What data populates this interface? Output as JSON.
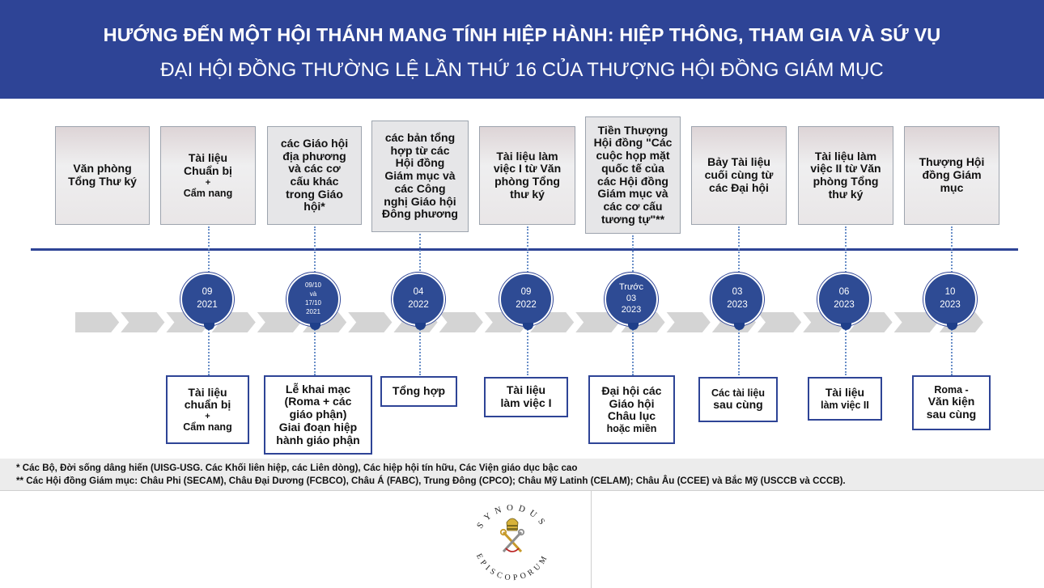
{
  "header": {
    "title": "HƯỚNG ĐẾN MỘT HỘI THÁNH MANG TÍNH HIỆP HÀNH: HIỆP THÔNG, THAM GIA VÀ SỨ VỤ",
    "subtitle": "ĐẠI HỘI ĐỒNG THƯỜNG LỆ LẦN THỨ 16 CỦA THƯỢNG HỘI ĐỒNG GIÁM MỤC"
  },
  "top_boxes": [
    {
      "lines": [
        "Văn phòng",
        "Tổng Thư ký"
      ]
    },
    {
      "lines": [
        "Tài liệu",
        "Chuẩn bị",
        "+",
        "Cẩm nang"
      ]
    },
    {
      "lines": [
        "các Giáo hội",
        "địa phương",
        "và các cơ",
        "cấu khác",
        "trong Giáo",
        "hội*"
      ]
    },
    {
      "lines": [
        "các bản tổng",
        "hợp từ các",
        "Hội đồng",
        "Giám mục và",
        "các Công",
        "nghị Giáo hội",
        "Đông phương"
      ]
    },
    {
      "lines": [
        "Tài liệu làm",
        "việc I từ Văn",
        "phòng Tổng",
        "thư ký"
      ]
    },
    {
      "lines": [
        "Tiền Thượng",
        "Hội đồng \"Các",
        "cuộc họp mặt",
        "quốc tế của",
        "các Hội đồng",
        "Giám mục và",
        "các cơ cấu",
        "tương tự\"**"
      ]
    },
    {
      "lines": [
        "Bảy Tài liệu",
        "cuối cùng từ",
        "các Đại hội"
      ]
    },
    {
      "lines": [
        "Tài liệu làm",
        "việc II từ Văn",
        "phòng Tổng",
        "thư ký"
      ]
    },
    {
      "lines": [
        "Thượng Hội",
        "đồng Giám",
        "mục"
      ]
    }
  ],
  "dates": [
    {
      "lines": [
        "09",
        "2021"
      ]
    },
    {
      "lines": [
        "09/10",
        "và",
        "17/10",
        "2021"
      ]
    },
    {
      "lines": [
        "04",
        "2022"
      ]
    },
    {
      "lines": [
        "09",
        "2022"
      ]
    },
    {
      "lines": [
        "Trước",
        "03",
        "2023"
      ]
    },
    {
      "lines": [
        "03",
        "2023"
      ]
    },
    {
      "lines": [
        "06",
        "2023"
      ]
    },
    {
      "lines": [
        "10",
        "2023"
      ]
    }
  ],
  "bottom_boxes": [
    {
      "lines": [
        "Tài liệu",
        "chuẩn bị",
        "+",
        "Cẩm nang"
      ]
    },
    {
      "lines": [
        "Lễ khai mạc",
        "(Roma + các",
        "giáo phận)",
        "Giai đoạn hiệp",
        "hành giáo phận"
      ]
    },
    {
      "lines": [
        "Tổng hợp"
      ]
    },
    {
      "lines": [
        "Tài liệu",
        "làm việc I"
      ]
    },
    {
      "lines": [
        "Đại hội các",
        "Giáo hội",
        "Châu lục",
        "hoặc miền"
      ]
    },
    {
      "lines": [
        "Các tài liệu",
        "sau cùng"
      ]
    },
    {
      "lines": [
        "Tài liệu",
        "làm việc II"
      ]
    },
    {
      "lines": [
        "Roma -",
        "Văn kiện",
        "sau cùng"
      ]
    }
  ],
  "footnotes": [
    "* Các Bộ, Đời sống dâng hiến (UISG-USG. Các Khối liên hiệp, các Liên dòng), Các hiệp hội tín hữu, Các Viện giáo dục bậc cao",
    "** Các Hội đồng Giám mục: Châu Phi (SECAM), Châu Đại Dương (FCBCO), Châu Á (FABC), Trung Đông (CPCO); Châu Mỹ Latinh (CELAM); Châu Âu (CCEE) và Bắc Mỹ (USCCB và CCCB)."
  ],
  "seal": {
    "top_text": "SYNODUS",
    "bottom_text": "EPISCOPORUM",
    "icon": "papal-keys-tiara-icon"
  },
  "colors": {
    "header_bg": "#2e4496",
    "date_circle": "#2e4b94",
    "arrow_band": "#d4d4d4",
    "footnote_bg": "#ececec"
  }
}
